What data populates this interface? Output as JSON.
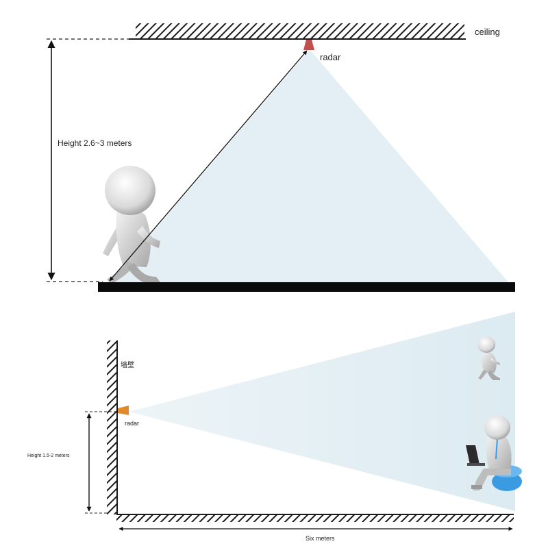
{
  "ceiling_mount": {
    "ceiling_label": "ceiling",
    "radar_label": "radar",
    "height_label": "Height 2.6~3 meters"
  },
  "wall_mount": {
    "wall_label": "墙壁",
    "radar_label": "radar",
    "height_label": "Height 1.5-2 meters",
    "distance_label": "Six meters"
  },
  "colors": {
    "beam_fill": "#e3eff4",
    "radar_ceiling": "#c0504d",
    "radar_wall": "#e08a2c",
    "seat": "#3b9be0",
    "hatch": "#1a1a1a"
  },
  "icons": [
    "walking-person-icon",
    "sitting-person-laptop-icon",
    "ceiling-radar-icon",
    "wall-radar-icon"
  ]
}
